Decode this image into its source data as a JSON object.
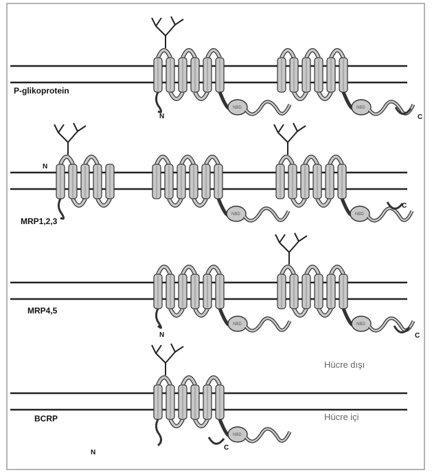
{
  "colors": {
    "membrane": "#222222",
    "helix_fill": "#c8c8c8",
    "helix_stroke": "#333333",
    "frame": "#9a9a9a"
  },
  "rows": [
    {
      "label": "P-glikoprotein",
      "n_terminal": "N",
      "c_terminal": "C",
      "domains": [
        {
          "helices": 6,
          "nbd": "NBD",
          "glyco": true
        },
        {
          "helices": 6,
          "nbd": "NBD",
          "glyco": false
        }
      ]
    },
    {
      "label": "MRP1,2,3",
      "n_terminal": "N",
      "c_terminal": "C",
      "domains": [
        {
          "helices": 5,
          "nbd": "",
          "glyco": true
        },
        {
          "helices": 6,
          "nbd": "NBD",
          "glyco": false
        },
        {
          "helices": 6,
          "nbd": "NBD",
          "glyco": true
        }
      ]
    },
    {
      "label": "MRP4,5",
      "n_terminal": "N",
      "c_terminal": "C",
      "domains": [
        {
          "helices": 6,
          "nbd": "NBD",
          "glyco": false
        },
        {
          "helices": 6,
          "nbd": "NBD",
          "glyco": true
        }
      ]
    },
    {
      "label": "BCRP",
      "n_terminal": "N",
      "c_terminal": "C",
      "domains": [
        {
          "helices": 6,
          "nbd": "NBD",
          "glyco": true
        }
      ]
    }
  ],
  "side_labels": {
    "outside": "Hücre dışı",
    "inside": "Hücre içi"
  }
}
